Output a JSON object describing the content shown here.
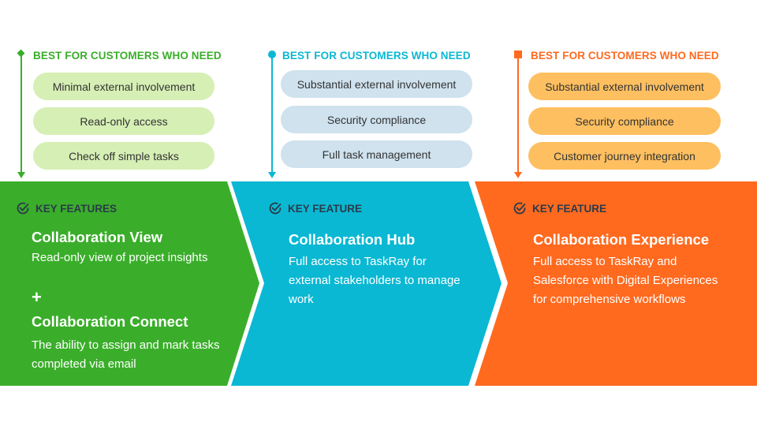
{
  "columns": [
    {
      "heading": "BEST FOR CUSTOMERS WHO NEED",
      "needs": [
        "Minimal external involvement",
        "Read-only access",
        "Check off simple tasks"
      ],
      "features_label": "KEY FEATURES",
      "products": [
        {
          "title": "Collaboration View",
          "description": "Read-only view of project insights"
        },
        {
          "title": "Collaboration Connect",
          "description": "The ability to assign and mark tasks completed via email"
        }
      ],
      "joiner": "+",
      "color": "#3aae2a",
      "heading_color": "#3aae2a",
      "pill_color": "#d6efb5"
    },
    {
      "heading": "BEST FOR CUSTOMERS WHO NEED",
      "needs": [
        "Substantial external involvement",
        "Security compliance",
        "Full task management"
      ],
      "features_label": "KEY FEATURE",
      "products": [
        {
          "title": "Collaboration Hub",
          "description": "Full access to TaskRay for external stakeholders to manage work"
        }
      ],
      "color": "#0ab8d3",
      "heading_color": "#0ab8d3",
      "pill_color": "#cfe2ee"
    },
    {
      "heading": "BEST FOR CUSTOMERS WHO NEED",
      "needs": [
        "Substantial external involvement",
        "Security compliance",
        "Customer journey integration"
      ],
      "features_label": "KEY FEATURE",
      "products": [
        {
          "title": "Collaboration Experience",
          "description": "Full access to TaskRay and Salesforce with Digital Experiences for comprehensive workflows"
        }
      ],
      "color": "#ff6a1f",
      "heading_color": "#ff6a1f",
      "pill_color": "#fdbf60"
    }
  ]
}
